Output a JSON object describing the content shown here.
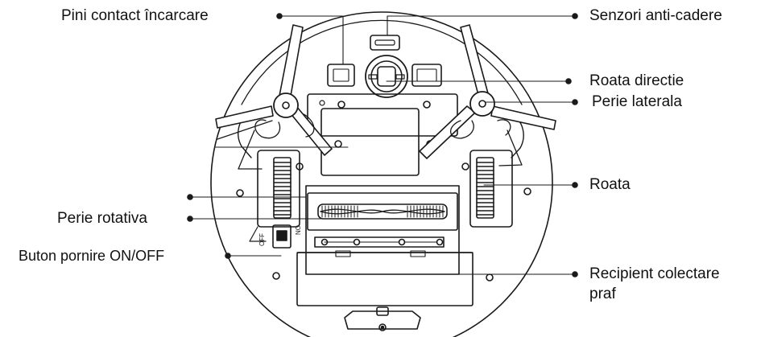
{
  "diagram": {
    "labels": {
      "charging_pins": "Pini contact încarcare",
      "cliff_sensors": "Senzori anti-cadere",
      "caster_wheel": "Roata directie",
      "side_brush": "Perie laterala",
      "wheel": "Roata",
      "main_brush": "Perie rotativa",
      "power_switch": "Buton pornire ON/OFF",
      "dustbin_line1": "Recipient colectare",
      "dustbin_line2": "praf"
    },
    "switch_text": {
      "on": "ON",
      "off": "OFF"
    }
  }
}
